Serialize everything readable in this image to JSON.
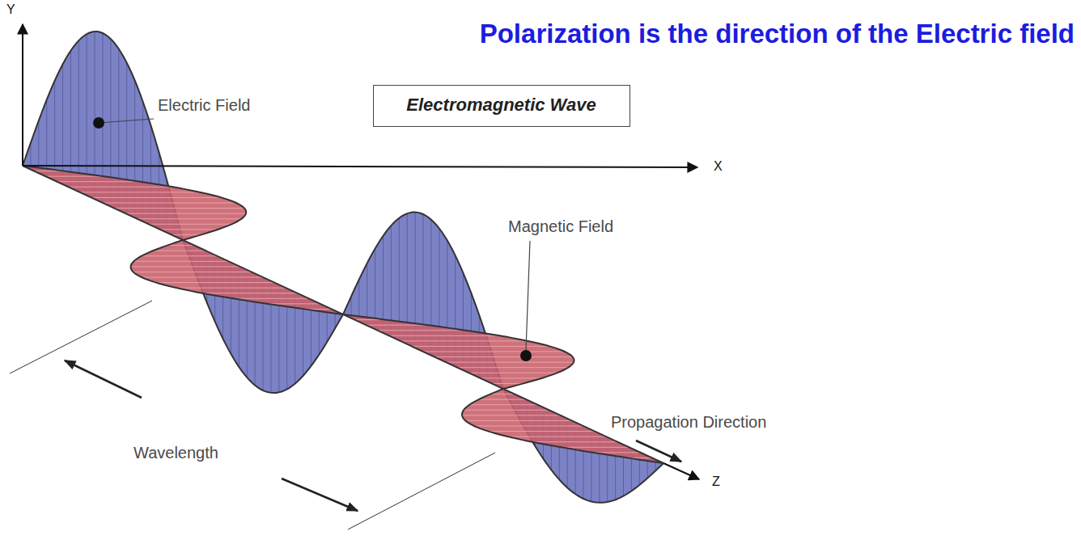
{
  "diagram": {
    "title": "Polarization is the direction of the Electric field",
    "nodes": [
      {
        "text": [
          "Electromagnetic Wave"
        ]
      }
    ],
    "labels": [
      "Y",
      "X",
      "Z",
      "Electric Field",
      "Magnetic Field",
      "Wavelength",
      "Propagation Direction"
    ]
  }
}
